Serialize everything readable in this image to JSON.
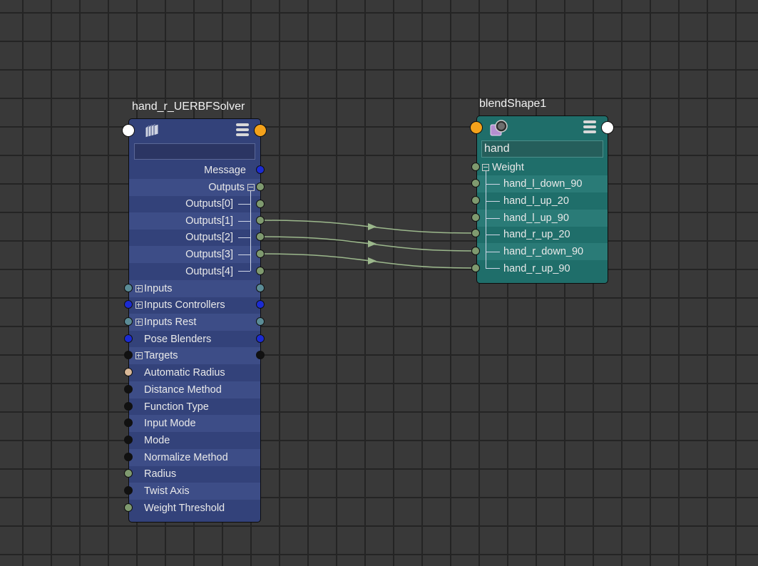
{
  "nodes": {
    "solver": {
      "title": "hand_r_UERBFSolver",
      "search_value": "",
      "attributes": [
        {
          "label": "Message"
        },
        {
          "label": "Outputs"
        },
        {
          "label": "Outputs[0]"
        },
        {
          "label": "Outputs[1]"
        },
        {
          "label": "Outputs[2]"
        },
        {
          "label": "Outputs[3]"
        },
        {
          "label": "Outputs[4]"
        },
        {
          "label": "Inputs"
        },
        {
          "label": "Inputs Controllers"
        },
        {
          "label": "Inputs Rest"
        },
        {
          "label": "Pose Blenders"
        },
        {
          "label": "Targets"
        },
        {
          "label": "Automatic Radius"
        },
        {
          "label": "Distance Method"
        },
        {
          "label": "Function Type"
        },
        {
          "label": "Input Mode"
        },
        {
          "label": "Mode"
        },
        {
          "label": "Normalize Method"
        },
        {
          "label": "Radius"
        },
        {
          "label": "Twist Axis"
        },
        {
          "label": "Weight Threshold"
        }
      ]
    },
    "blend": {
      "title": "blendShape1",
      "search_value": "hand",
      "attributes": [
        {
          "label": "Weight"
        },
        {
          "label": "hand_l_down_90"
        },
        {
          "label": "hand_l_up_20"
        },
        {
          "label": "hand_l_up_90"
        },
        {
          "label": "hand_r_up_20"
        },
        {
          "label": "hand_r_down_90"
        },
        {
          "label": "hand_r_up_90"
        }
      ]
    }
  },
  "icons": {
    "solver_node_icon": "stacked-pages-icon",
    "blend_node_icon": "blendshape-icon",
    "attribute_menu": "attribute-list-icon",
    "expand": "plus-box-icon",
    "collapse": "minus-box-icon"
  },
  "colors": {
    "solver_body": "#33427a",
    "solver_row_alt": "#3d4d87",
    "blend_body": "#1f6e6a",
    "blend_row_alt": "#2a7b77",
    "wire": "#9cb88c",
    "port_green": "#7f9a6f",
    "port_blue": "#1b2bd2",
    "port_teal": "#5b8c96",
    "port_black": "#111111",
    "port_tan": "#d9b898",
    "port_orange": "#f4a21b",
    "port_white": "#ffffff"
  }
}
